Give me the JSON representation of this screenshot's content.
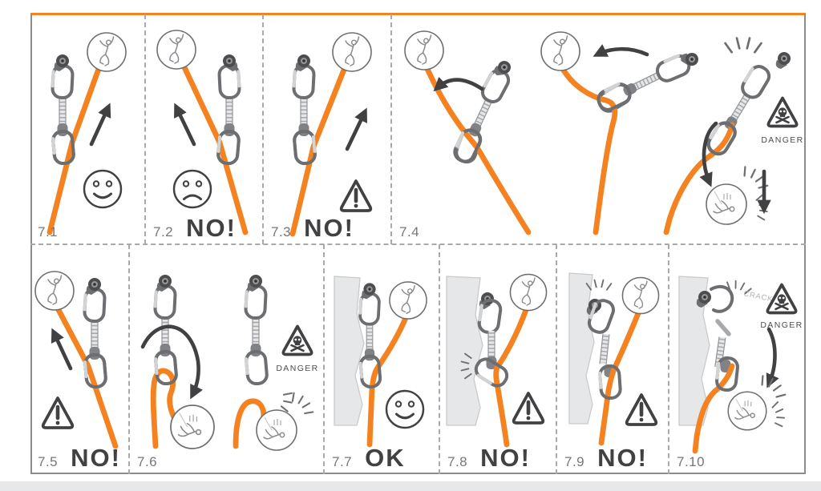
{
  "figure": {
    "type": "climbing-quickdraw-usage-warning-diagram",
    "colors": {
      "rope": "#f58220",
      "accent_border": "#f58220",
      "ink": "#414042",
      "panel_label": "#76777a",
      "danger_text": "#4d4d4f"
    }
  },
  "panels": [
    {
      "id": "7.1",
      "verdict": "",
      "result_icon": "smiley-face-icon"
    },
    {
      "id": "7.2",
      "verdict": "NO!",
      "result_icon": "frowny-face-icon"
    },
    {
      "id": "7.3",
      "verdict": "NO!",
      "result_icon": "warning-triangle-icon"
    },
    {
      "id": "7.4",
      "verdict": "",
      "result_icon": "danger-skull-icon",
      "danger_label": "DANGER"
    },
    {
      "id": "7.5",
      "verdict": "NO!",
      "result_icon": "warning-triangle-icon"
    },
    {
      "id": "7.6",
      "verdict": "",
      "result_icon": "danger-skull-icon",
      "danger_label": "DANGER"
    },
    {
      "id": "7.7",
      "verdict": "OK",
      "result_icon": "smiley-face-icon"
    },
    {
      "id": "7.8",
      "verdict": "NO!",
      "result_icon": "warning-triangle-icon"
    },
    {
      "id": "7.9",
      "verdict": "NO!",
      "result_icon": "warning-triangle-icon"
    },
    {
      "id": "7.10",
      "verdict": "",
      "result_icon": "danger-skull-icon",
      "danger_label": "DANGER",
      "crack_label": "CRACK!"
    }
  ]
}
